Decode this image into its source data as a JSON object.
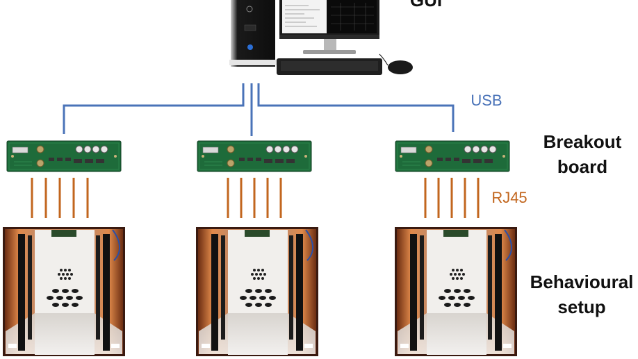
{
  "labels": {
    "gui": "GUI",
    "usb": "USB",
    "rj45": "RJ45",
    "breakout_line1": "Breakout",
    "breakout_line2": "board",
    "behavioural_line1": "Behavioural",
    "behavioural_line2": "setup"
  },
  "colors": {
    "usb_line": "#4a73b8",
    "rj45_line": "#c2661e",
    "pcb": "#1e6b3a",
    "text": "#111111"
  },
  "components": {
    "computer": "desktop-computer-icon",
    "board": "breakout-board-icon",
    "setup": "behavioural-setup-chamber-icon"
  }
}
